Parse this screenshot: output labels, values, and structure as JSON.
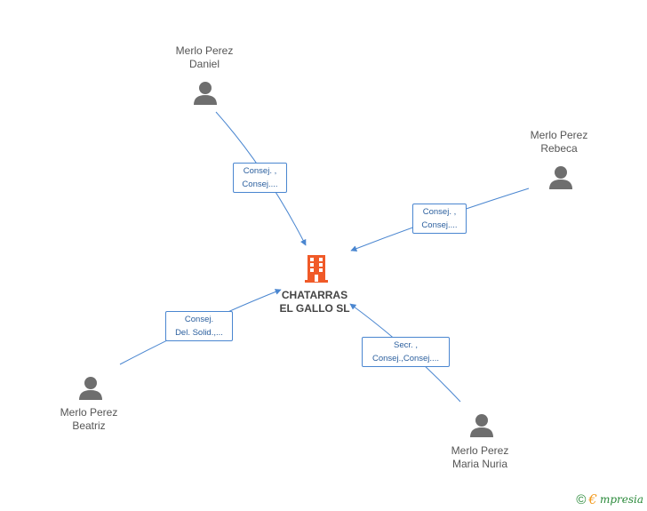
{
  "company": {
    "name_line1": "CHATARRAS",
    "name_line2": "EL GALLO SL",
    "icon": "building-icon",
    "icon_color": "#f05a28"
  },
  "people": [
    {
      "id": "daniel",
      "line1": "Merlo Perez",
      "line2": "Daniel",
      "icon": "person-icon"
    },
    {
      "id": "rebeca",
      "line1": "Merlo Perez",
      "line2": "Rebeca",
      "icon": "person-icon"
    },
    {
      "id": "beatriz",
      "line1": "Merlo Perez",
      "line2": "Beatriz",
      "icon": "person-icon"
    },
    {
      "id": "maria-nuria",
      "line1": "Merlo Perez",
      "line2": "Maria Nuria",
      "icon": "person-icon"
    }
  ],
  "relations": [
    {
      "from": "daniel",
      "line1": "Consej. ,",
      "line2": "Consej...."
    },
    {
      "from": "rebeca",
      "line1": "Consej. ,",
      "line2": "Consej...."
    },
    {
      "from": "beatriz",
      "line1": "Consej.",
      "line2": "Del. Solid.,..."
    },
    {
      "from": "maria-nuria",
      "line1": "Secr. ,",
      "line2": "Consej.,Consej...."
    }
  ],
  "colors": {
    "edge": "#4a86d0",
    "person_icon": "#6e6e6e",
    "label_text": "#555555"
  },
  "footer": {
    "copyright_symbol": "©",
    "brand_initial": "€",
    "brand_rest": "mpresia"
  }
}
